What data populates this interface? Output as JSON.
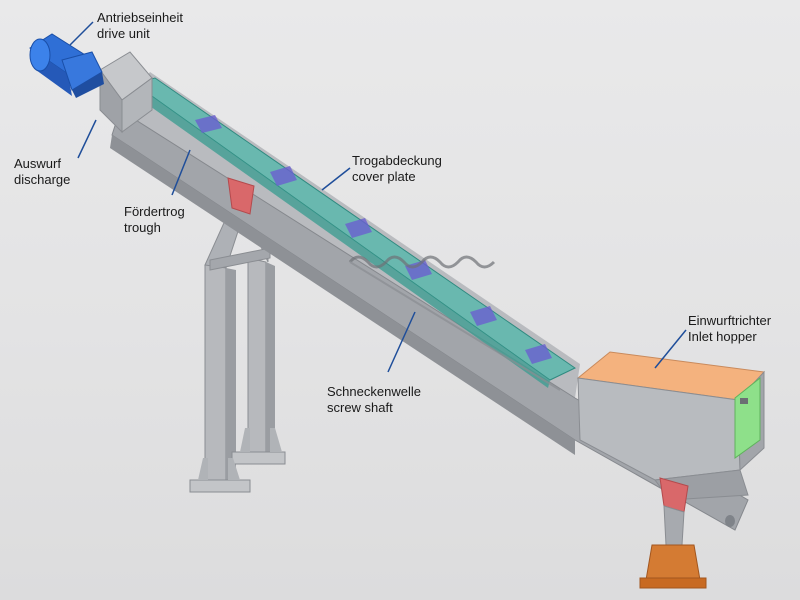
{
  "labels": {
    "drive_unit": {
      "de": "Antriebseinheit",
      "en": "drive unit"
    },
    "discharge": {
      "de": "Auswurf",
      "en": "discharge"
    },
    "trough": {
      "de": "Fördertrog",
      "en": "trough"
    },
    "cover_plate": {
      "de": "Trogabdeckung",
      "en": "cover plate"
    },
    "inlet_hopper": {
      "de": "Einwurftrichter",
      "en": "Inlet hopper"
    },
    "screw_shaft": {
      "de": "Schneckenwelle",
      "en": "screw shaft"
    }
  },
  "colors": {
    "background": "#e6e6e7",
    "steel": "#a7aaaf",
    "steel_dark": "#7f8389",
    "cover_plate": "#4fb7a9",
    "flights": "#6a5fd0",
    "motor": "#2f6fd6",
    "hopper_top": "#f4b27e",
    "inspection_panel": "#8ee08a",
    "bearing_red": "#d9686a",
    "foot_orange": "#c86a22",
    "leader_line": "#1f4e9a"
  }
}
